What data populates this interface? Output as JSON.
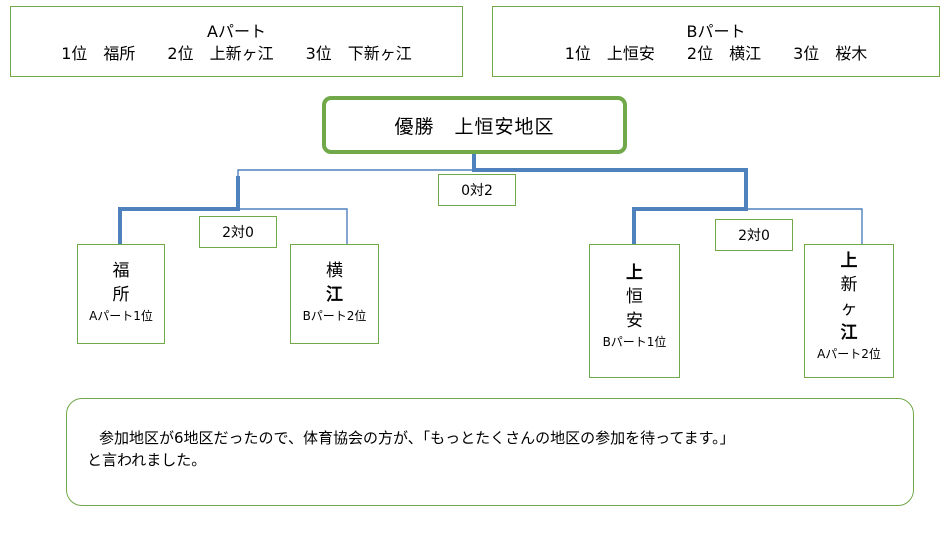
{
  "parts": [
    {
      "name": "Aパート",
      "ranking": "1位　福所　　2位　上新ヶ江　　3位　下新ヶ江"
    },
    {
      "name": "Bパート",
      "ranking": "1位　上恒安　　2位　横江　　3位　桜木"
    }
  ],
  "champion": "優勝　上恒安地区",
  "final_score": "0対2",
  "left_score": "2対0",
  "right_score": "2対0",
  "teams": [
    {
      "chars": [
        "福",
        "所"
      ],
      "sub": "Aパート1位"
    },
    {
      "chars": [
        "横",
        "江"
      ],
      "sub": "Bパート2位"
    },
    {
      "chars": [
        "上",
        "恒",
        "安"
      ],
      "sub": "Bパート1位"
    },
    {
      "chars": [
        "上",
        "新",
        "ヶ",
        "江"
      ],
      "sub": "Aパート2位"
    }
  ],
  "note": {
    "line1": "参加地区が6地区だったので、体育協会の方が、「もっとたくさんの地区の参加を待ってます。」",
    "line2": "と言われました。"
  },
  "colors": {
    "green": "#70a84a",
    "blue": "#4f81bd"
  }
}
